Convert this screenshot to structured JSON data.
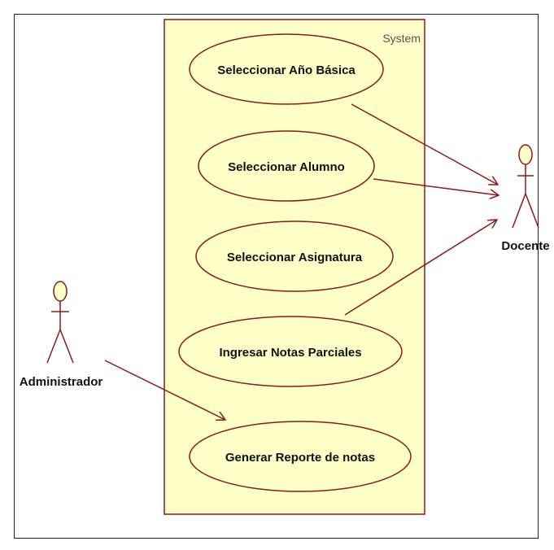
{
  "system": {
    "label": "System"
  },
  "use_cases": [
    {
      "id": "uc1",
      "label": "Seleccionar Año Básica"
    },
    {
      "id": "uc2",
      "label": "Seleccionar Alumno"
    },
    {
      "id": "uc3",
      "label": "Seleccionar Asignatura"
    },
    {
      "id": "uc4",
      "label": "Ingresar Notas Parciales"
    },
    {
      "id": "uc5",
      "label": "Generar Reporte de notas"
    }
  ],
  "actors": {
    "docente": {
      "label": "Docente"
    },
    "administrador": {
      "label": "Administrador"
    }
  },
  "associations": [
    {
      "from": "uc1",
      "to": "docente"
    },
    {
      "from": "uc2",
      "to": "docente"
    },
    {
      "from": "uc4",
      "to": "docente"
    },
    {
      "from": "administrador",
      "to": "uc5"
    }
  ],
  "colors": {
    "boundary_fill": "#ffffc8",
    "boundary_stroke": "#8b1a1a",
    "usecase_fill": "#ffffc8",
    "usecase_stroke": "#8b1a1a",
    "actor_head_fill": "#ffffc8",
    "line": "#8b1a1a"
  }
}
